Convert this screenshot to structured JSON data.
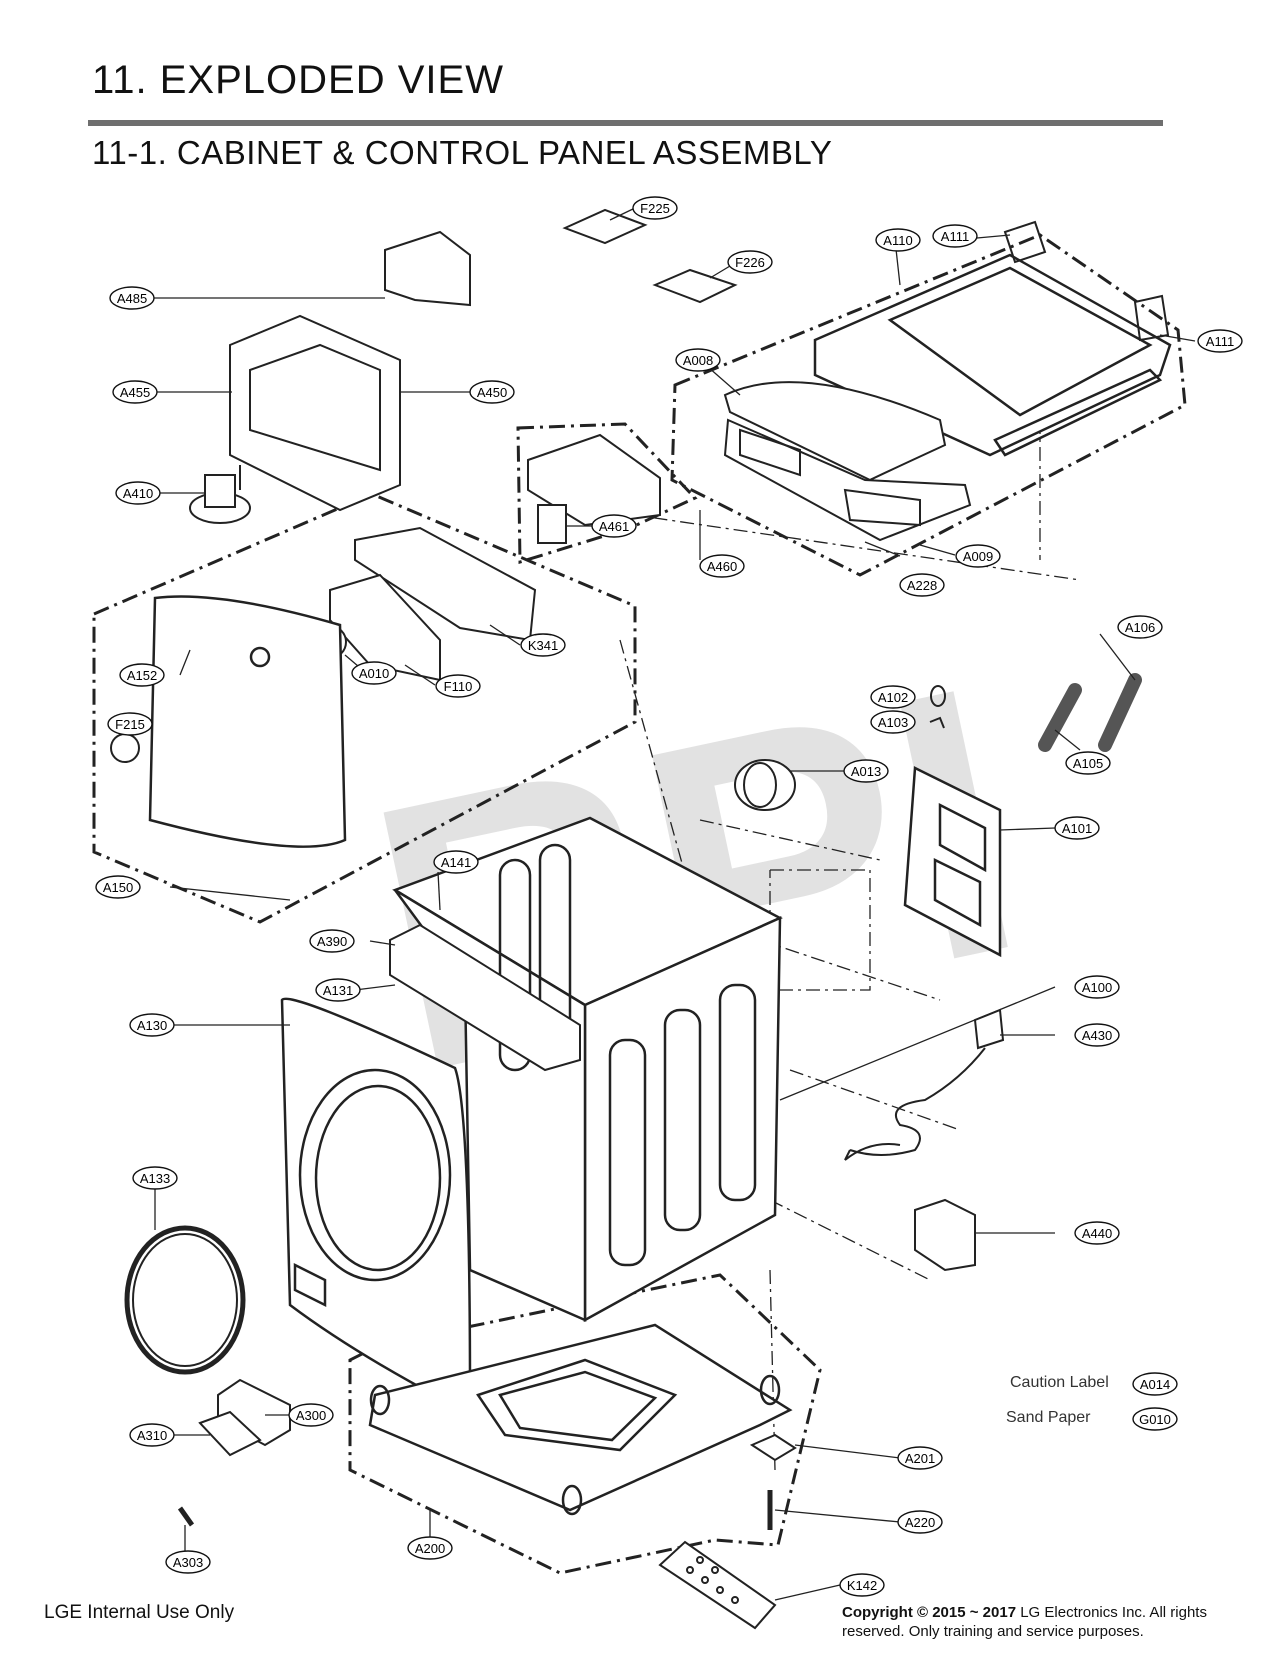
{
  "header": {
    "title": "11. EXPLODED VIEW",
    "subtitle": "11-1. CABINET  & CONTROL PANEL ASSEMBLY"
  },
  "watermark": "RPI",
  "parts": [
    "F225",
    "F226",
    "A110",
    "A111",
    "A111",
    "A485",
    "A455",
    "A450",
    "A008",
    "A410",
    "A461",
    "A009",
    "A460",
    "A228",
    "K341",
    "A010",
    "F110",
    "A152",
    "F215",
    "A106",
    "A102",
    "A103",
    "A105",
    "A013",
    "A101",
    "A141",
    "A150",
    "A390",
    "A131",
    "A100",
    "A130",
    "A430",
    "A133",
    "A440",
    "A300",
    "A310",
    "A201",
    "A303",
    "A200",
    "A220",
    "K142",
    "A014",
    "G010"
  ],
  "legend": {
    "caution_label": "Caution Label",
    "caution_code": "A014",
    "sand_paper": "Sand Paper",
    "sand_code": "G010"
  },
  "footer": {
    "internal": "LGE Internal Use Only",
    "copyright_bold": "Copyright © 2015 ~ 2017",
    "copyright_rest": " LG Electronics Inc. All rights reserved. Only training and service purposes."
  }
}
